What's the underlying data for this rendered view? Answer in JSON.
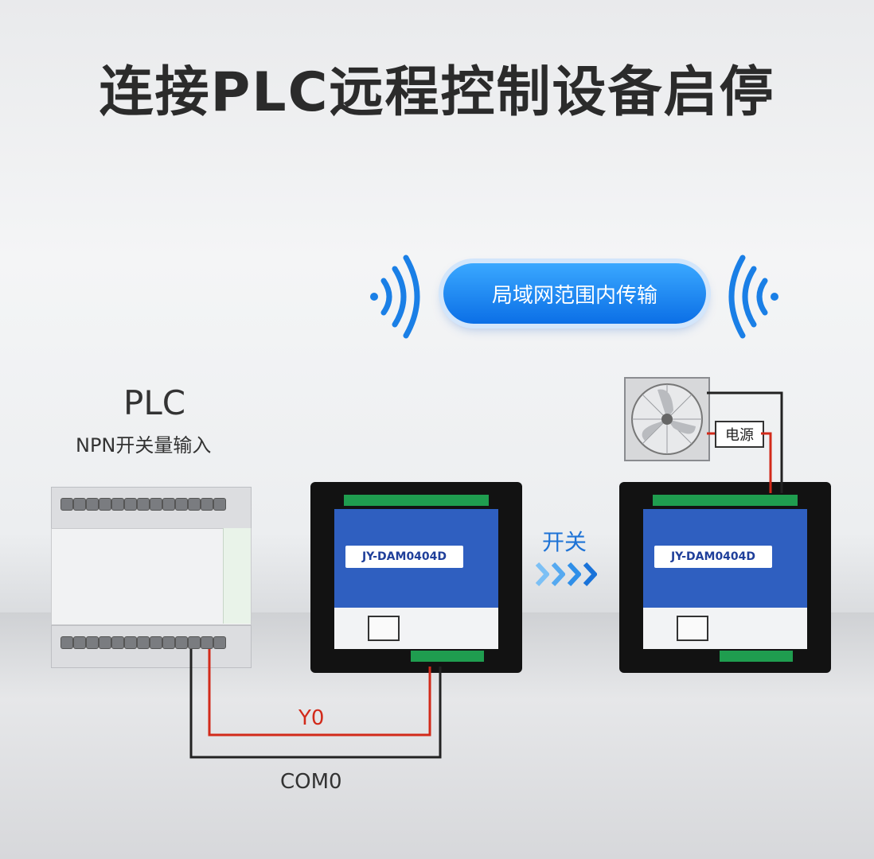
{
  "title": "连接PLC远程控制设备启停",
  "transmission_label": "局域网范围内传输",
  "plc": {
    "name": "PLC",
    "input_type": "NPN开关量输入"
  },
  "module_model": "JY-DAM0404D",
  "switch_label": "开关",
  "power_label": "电源",
  "wire_y0_label": "Y0",
  "wire_com0_label": "COM0",
  "colors": {
    "accent_blue": "#1e73d6",
    "wire_red": "#d22a1a",
    "wire_black": "#222222",
    "terminal_green": "#1f9d4f"
  },
  "icons": [
    "signal-wave-icon",
    "fan-icon",
    "chevron-right-icon"
  ]
}
